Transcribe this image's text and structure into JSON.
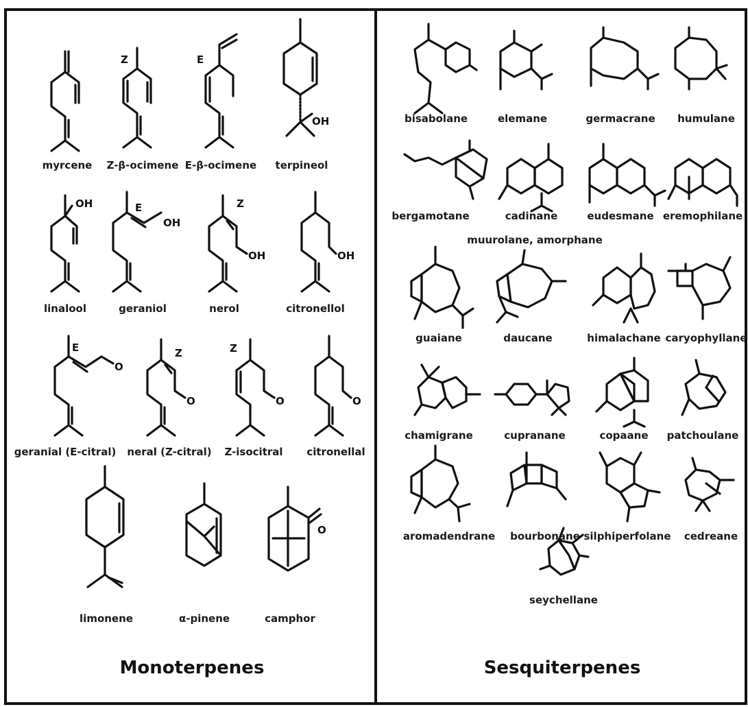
{
  "panels": {
    "mono": {
      "title": "Monoterpenes",
      "compounds": [
        "myrcene",
        "Z-β-ocimene",
        "E-β-ocimene",
        "terpineol",
        "linalool",
        "geraniol",
        "nerol",
        "citronellol",
        "geranial (E-citral)",
        "neral (Z-citral)",
        "Z-isocitral",
        "citronellal",
        "limonene",
        "α-pinene",
        "camphor"
      ]
    },
    "sesqui": {
      "title": "Sesquiterpenes",
      "compounds": [
        "bisabolane",
        "elemane",
        "germacrane",
        "humulane",
        "bergamotane",
        "cadinane",
        "eudesmane",
        "eremophilane",
        "guaiane",
        "daucane",
        "himalachane",
        "caryophyllane",
        "chamigrane",
        "cupranane",
        "copaane",
        "patchoulane",
        "aromadendrane",
        "bourbonane",
        "silphiperfolane",
        "cedreane",
        "seychellane"
      ],
      "subnote": "muurolane, amorphane"
    }
  },
  "atoms": {
    "hydroxyl": "OH",
    "oxygen": "O",
    "z": "Z",
    "e": "E"
  }
}
